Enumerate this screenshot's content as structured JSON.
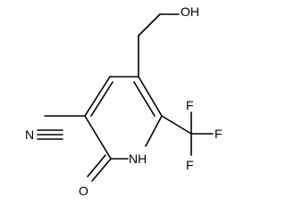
{
  "atoms": {
    "hydroxyl": "OH",
    "nitrile_n": "N",
    "ring_nh": "NH",
    "carbonyl_o": "O",
    "fluorine_1": "F",
    "fluorine_2": "F",
    "fluorine_3": "F"
  },
  "colors": {
    "bond": "#000000",
    "label": "#000000",
    "background": "#ffffff"
  }
}
